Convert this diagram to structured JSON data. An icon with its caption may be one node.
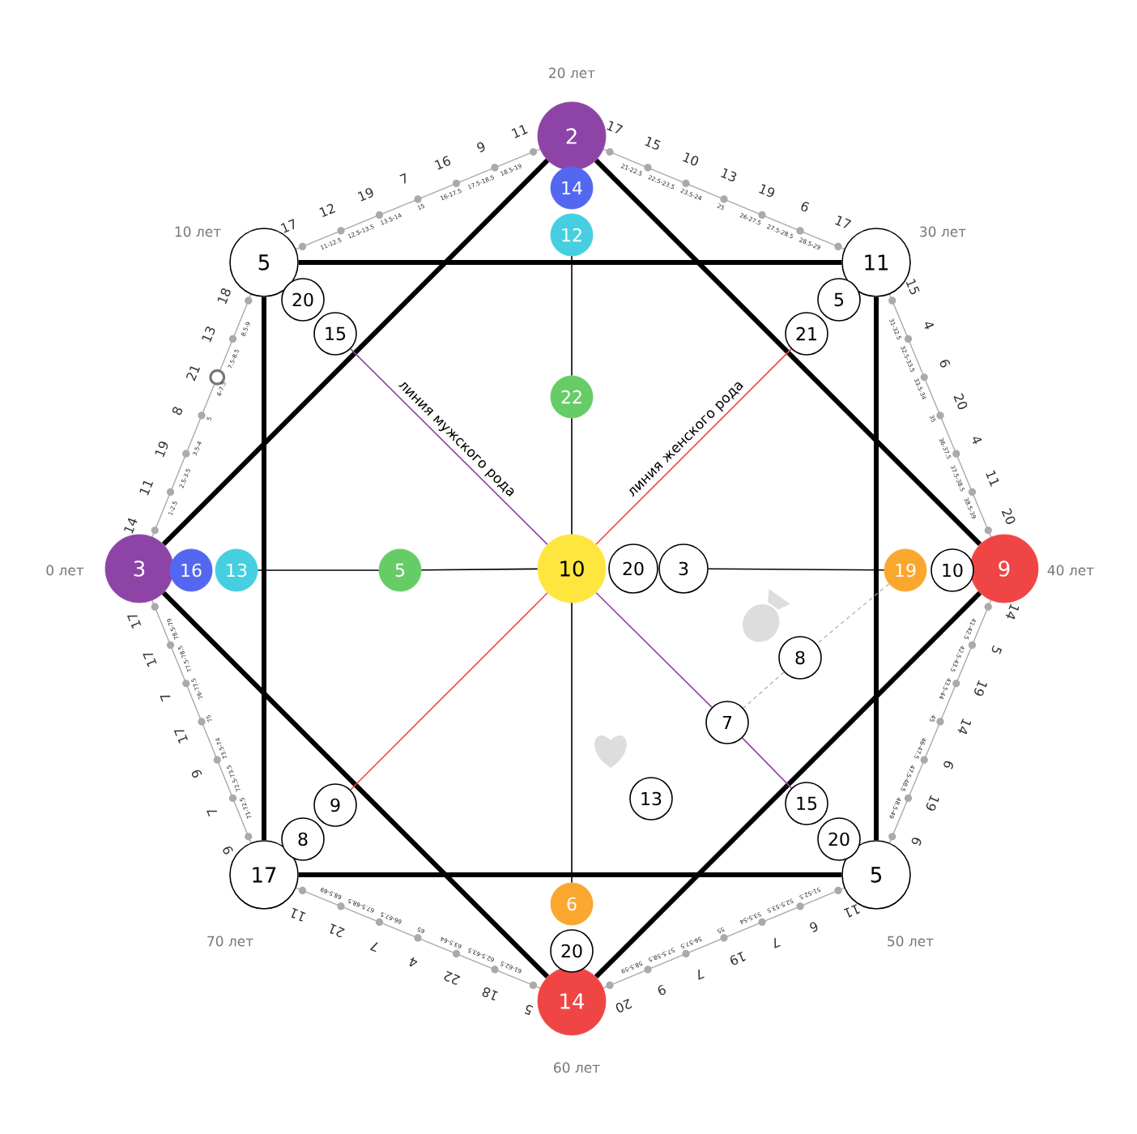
{
  "diagram": {
    "nodes": [
      {
        "text": [
          "2"
        ],
        "beside": [
          "20 лет"
        ]
      },
      {
        "text": [
          "5"
        ],
        "beside": [
          "10 лет"
        ]
      },
      {
        "text": [
          "11"
        ],
        "beside": [
          "30 лет"
        ]
      },
      {
        "text": [
          "3"
        ],
        "beside": [
          "0 лет"
        ]
      },
      {
        "text": [
          "10"
        ]
      },
      {
        "text": [
          "9"
        ],
        "beside": [
          "40 лет"
        ]
      },
      {
        "text": [
          "17"
        ],
        "beside": [
          "70 лет"
        ]
      },
      {
        "text": [
          "5"
        ],
        "beside": [
          "50 лет"
        ]
      },
      {
        "text": [
          "14"
        ],
        "beside": [
          "60 лет"
        ]
      },
      {
        "text": [
          "14"
        ]
      },
      {
        "text": [
          "12"
        ]
      },
      {
        "text": [
          "20"
        ]
      },
      {
        "text": [
          "15"
        ]
      },
      {
        "text": [
          "5"
        ]
      },
      {
        "text": [
          "21"
        ]
      },
      {
        "text": [
          "22"
        ]
      },
      {
        "text": [
          "16"
        ]
      },
      {
        "text": [
          "13"
        ]
      },
      {
        "text": [
          "5"
        ]
      },
      {
        "text": [
          "20"
        ]
      },
      {
        "text": [
          "3"
        ]
      },
      {
        "text": [
          "19"
        ]
      },
      {
        "text": [
          "10"
        ]
      },
      {
        "text": [
          "8"
        ]
      },
      {
        "text": [
          "7"
        ]
      },
      {
        "text": [
          "13"
        ]
      },
      {
        "text": [
          "9"
        ]
      },
      {
        "text": [
          "15"
        ]
      },
      {
        "text": [
          "8"
        ]
      },
      {
        "text": [
          "20"
        ]
      },
      {
        "text": [
          "6"
        ]
      },
      {
        "text": [
          "20"
        ]
      }
    ],
    "edges": [
      {
        "from": 1,
        "to": 2,
        "arrow": "none",
        "style": "thick"
      },
      {
        "from": 2,
        "to": 7,
        "arrow": "none",
        "style": "thick"
      },
      {
        "from": 7,
        "to": 6,
        "arrow": "none",
        "style": "thick"
      },
      {
        "from": 6,
        "to": 1,
        "arrow": "none",
        "style": "thick"
      },
      {
        "from": 0,
        "to": 5,
        "arrow": "none",
        "style": "thick"
      },
      {
        "from": 5,
        "to": 8,
        "arrow": "none",
        "style": "thick"
      },
      {
        "from": 8,
        "to": 3,
        "arrow": "none",
        "style": "thick"
      },
      {
        "from": 3,
        "to": 0,
        "arrow": "none",
        "style": "thick"
      },
      {
        "from": 10,
        "to": 15,
        "arrow": "none"
      },
      {
        "from": 15,
        "to": 4,
        "arrow": "none"
      },
      {
        "from": 4,
        "to": 30,
        "arrow": "none"
      },
      {
        "from": 17,
        "to": 18,
        "arrow": "none"
      },
      {
        "from": 18,
        "to": 4,
        "arrow": "none"
      },
      {
        "from": 20,
        "to": 21,
        "arrow": "none"
      },
      {
        "from": 12,
        "to": 4,
        "arrow": "none",
        "color": "#8e44a6",
        "label": "линия мужского рода"
      },
      {
        "from": 4,
        "to": 24,
        "arrow": "none",
        "color": "#8e44a6"
      },
      {
        "from": 24,
        "to": 27,
        "arrow": "none",
        "color": "#8e44a6"
      },
      {
        "from": 26,
        "to": 4,
        "arrow": "none",
        "color": "#f04545"
      },
      {
        "from": 4,
        "to": 14,
        "arrow": "none",
        "color": "#f04545",
        "label": "линия женского рода"
      },
      {
        "from": 21,
        "to": 23,
        "arrow": "none",
        "style": "dashed",
        "color": "#aaaaaa"
      },
      {
        "from": 23,
        "to": 24,
        "arrow": "none",
        "style": "dashed",
        "color": "#aaaaaa"
      }
    ],
    "labels": [
      "14",
      "11",
      "19",
      "8",
      "21",
      "13",
      "18",
      "1-2.5",
      "2.5-3.5",
      "3.5-4",
      "5",
      "6-7.5",
      "7.5-8.5",
      "8.5-9",
      "17",
      "12",
      "19",
      "7",
      "16",
      "9",
      "11",
      "11-12.5",
      "12.5-13.5",
      "13.5-14",
      "15",
      "16-17.5",
      "17.5-18.5",
      "18.5-19",
      "17",
      "15",
      "10",
      "13",
      "19",
      "6",
      "17",
      "21-22.5",
      "22.5-23.5",
      "23.5-24",
      "25",
      "26-27.5",
      "27.5-28.5",
      "28.5-29",
      "15",
      "4",
      "6",
      "20",
      "4",
      "11",
      "20",
      "31-32.5",
      "32.5-33.5",
      "33.5-34",
      "35",
      "36-37.5",
      "37.5-38.5",
      "38.5-39",
      "14",
      "5",
      "19",
      "14",
      "6",
      "19",
      "6",
      "41-42.5",
      "42.5-43.5",
      "43.5-44",
      "45",
      "46-47.5",
      "47.5-48.5",
      "48.5-49",
      "11",
      "6",
      "7",
      "19",
      "7",
      "9",
      "20",
      "51-52.5",
      "52.5-53.5",
      "53.5-54",
      "55",
      "56-57.5",
      "57.5-58.5",
      "58.5-59",
      "5",
      "18",
      "22",
      "4",
      "7",
      "21",
      "11",
      "61-62.5",
      "62.5-63.5",
      "63.5-64",
      "65",
      "66-67.5",
      "67.5-68.5",
      "68.5-69",
      "9",
      "7",
      "9",
      "17",
      "7",
      "17",
      "17",
      "71-72.5",
      "72.5-73.5",
      "73.5-74",
      "75",
      "76-77.5",
      "77.5-78.5",
      "78.5-79"
    ]
  }
}
